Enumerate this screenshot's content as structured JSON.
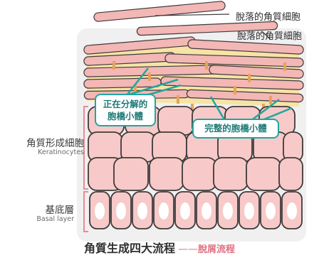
{
  "diagram": {
    "top_label": "脫落的角質細胞",
    "flake_label": "脫落的角質細胞",
    "callout_degrading_line1": "正在分解的",
    "callout_degrading_line2": "胞橋小體",
    "callout_intact": "完整的胞橋小體",
    "keratinocyte_label": "角質形成細胞",
    "keratinocyte_label_en": "Keratinocytes",
    "basal_label": "基底層",
    "basal_label_en": "Basal layer",
    "bottom_title": "角質生成四大流程",
    "bottom_dash": "——",
    "bottom_subtitle": "脫屑流程"
  },
  "colors": {
    "background_panel": "#f1f0f0",
    "cell_fill": "#f7c9c8",
    "cell_outline": "#3f3a3a",
    "nucleus_fill": "#ffffff",
    "corneocyte_fill": "#f3b7b6",
    "lipid_fill": "#f6e3a6",
    "desmosome_color": "#e7a35a",
    "accent": "#21a6a0",
    "bracket": "#e88b95"
  }
}
